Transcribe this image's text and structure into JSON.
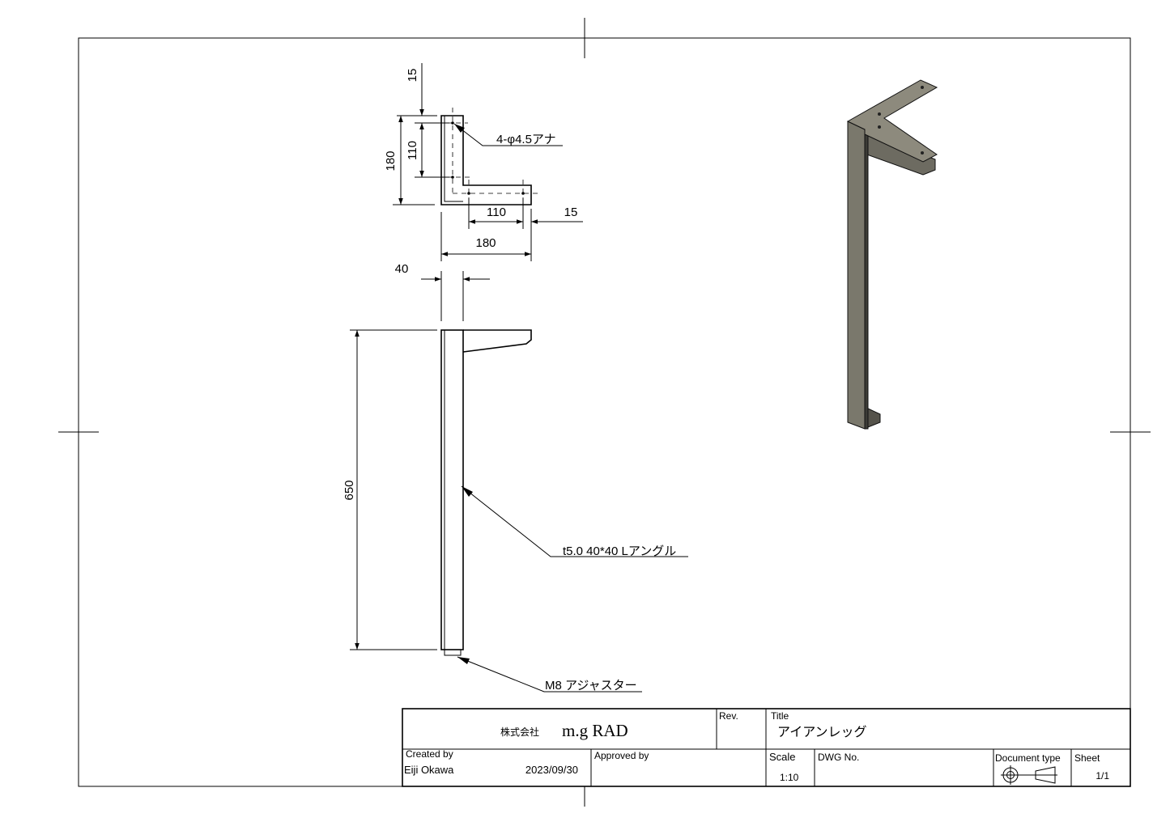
{
  "dimensions": {
    "top_15": "15",
    "top_110_v": "110",
    "top_180_v": "180",
    "hole_note": "4-φ4.5アナ",
    "top_110_h": "110",
    "top_15_h": "15",
    "top_180_h": "180",
    "width_40": "40",
    "height_650": "650",
    "material_note": "t5.0 40*40 Lアングル",
    "adjuster_note": "M8 アジャスター"
  },
  "title_block": {
    "company_prefix": "株式会社",
    "company_name": "m.g RAD",
    "rev_label": "Rev.",
    "title_label": "Title",
    "title_value": "アイアンレッグ",
    "created_by_label": "Created by",
    "created_by_value": "Eiji Okawa",
    "date": "2023/09/30",
    "approved_by_label": "Approved by",
    "scale_label": "Scale",
    "scale_value": "1:10",
    "dwg_no_label": "DWG No.",
    "document_type_label": "Document type",
    "sheet_label": "Sheet",
    "sheet_value": "1/1"
  },
  "colors": {
    "model_face": "#7a786c",
    "model_top": "#8d8a7d",
    "model_dark": "#55534b"
  }
}
